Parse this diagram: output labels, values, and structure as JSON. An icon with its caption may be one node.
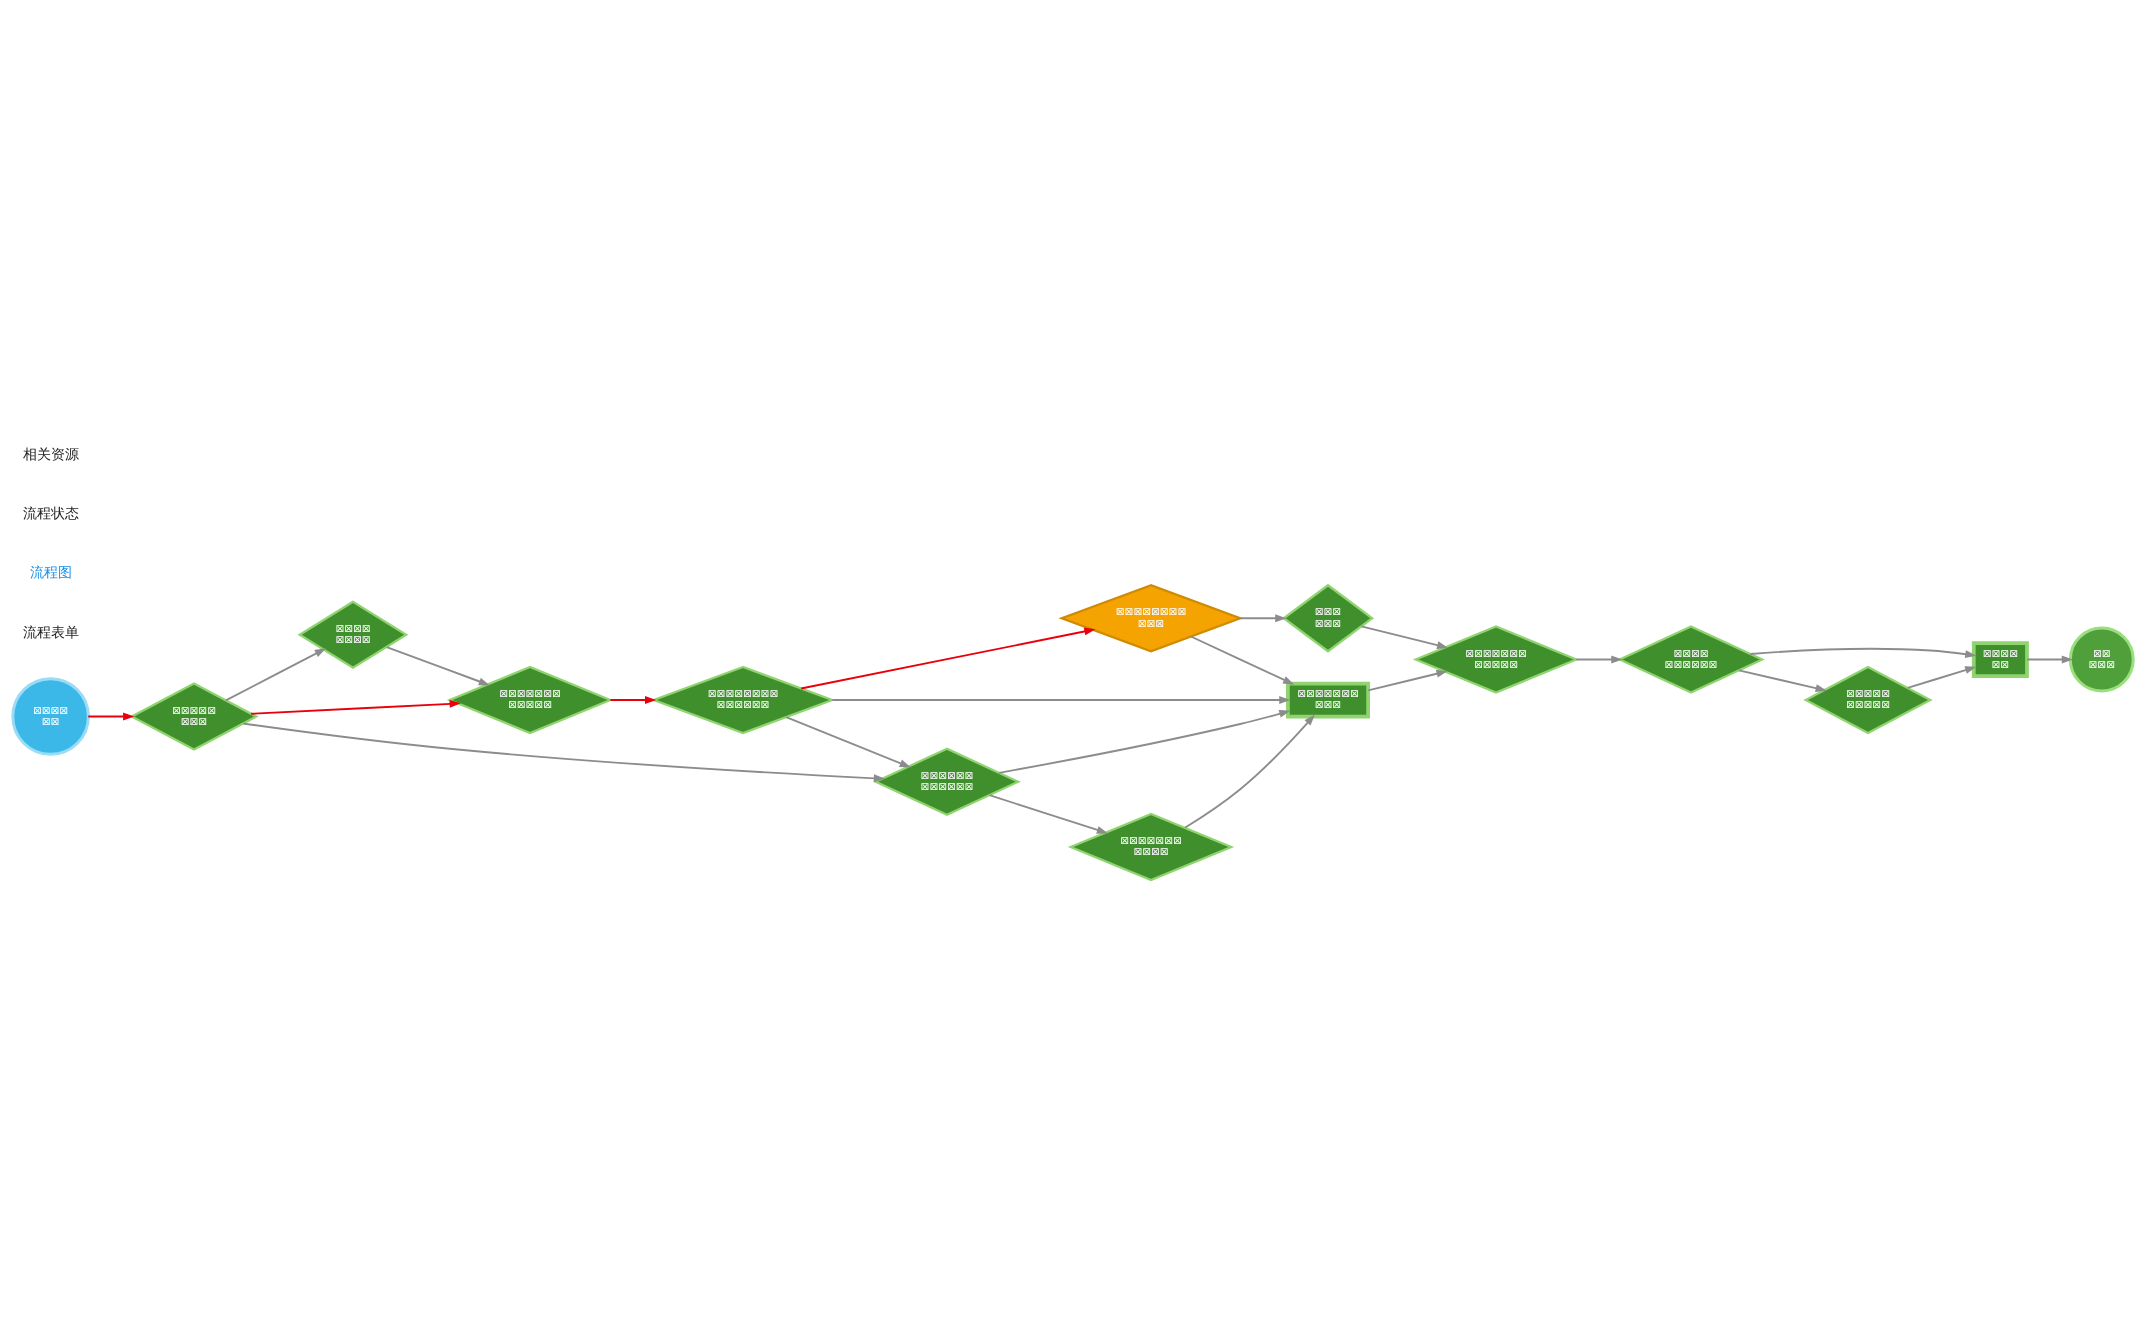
{
  "diagram": {
    "nodes": [
      {
        "text": [
          "⊠⊠⊠⊠",
          "⊠⊠"
        ]
      },
      {
        "text": [
          "⊠⊠⊠⊠⊠",
          "⊠⊠⊠"
        ]
      },
      {
        "text": [
          "⊠⊠⊠⊠",
          "⊠⊠⊠⊠"
        ]
      },
      {
        "text": [
          "⊠⊠⊠⊠⊠⊠⊠",
          "⊠⊠⊠⊠⊠"
        ]
      },
      {
        "text": [
          "⊠⊠⊠⊠⊠⊠⊠⊠",
          "⊠⊠⊠⊠⊠⊠"
        ]
      },
      {
        "text": [
          "⊠⊠⊠⊠⊠⊠⊠⊠",
          "⊠⊠⊠"
        ]
      },
      {
        "text": [
          "⊠⊠⊠⊠⊠⊠⊠",
          "⊠⊠⊠"
        ]
      },
      {
        "text": [
          "⊠⊠⊠",
          "⊠⊠⊠"
        ]
      },
      {
        "text": [
          "⊠⊠⊠⊠⊠⊠⊠",
          "⊠⊠⊠⊠⊠"
        ]
      },
      {
        "text": [
          "⊠⊠⊠⊠",
          "⊠⊠⊠⊠⊠⊠"
        ]
      },
      {
        "text": [
          "⊠⊠⊠⊠⊠⊠",
          "⊠⊠⊠⊠⊠⊠"
        ]
      },
      {
        "text": [
          "⊠⊠⊠⊠⊠⊠⊠",
          "⊠⊠⊠⊠"
        ]
      },
      {
        "text": [
          "⊠⊠",
          "⊠⊠⊠"
        ]
      },
      {
        "text": [
          "⊠⊠⊠⊠",
          "⊠⊠"
        ]
      },
      {
        "text": [
          "⊠⊠⊠⊠⊠",
          "⊠⊠⊠⊠⊠"
        ]
      }
    ],
    "edges": [
      {
        "from": 0,
        "to": 1,
        "arrow": "to",
        "color": "#e8000b"
      },
      {
        "from": 1,
        "to": 3,
        "arrow": "to",
        "color": "#e8000b"
      },
      {
        "from": 3,
        "to": 4,
        "arrow": "to",
        "color": "#e8000b"
      },
      {
        "from": 4,
        "to": 5,
        "arrow": "to",
        "color": "#e8000b"
      },
      {
        "from": 1,
        "to": 2,
        "arrow": "to"
      },
      {
        "from": 2,
        "to": 3,
        "arrow": "to"
      },
      {
        "from": 1,
        "to": 10,
        "arrow": "to"
      },
      {
        "from": 4,
        "to": 10,
        "arrow": "to"
      },
      {
        "from": 10,
        "to": 11,
        "arrow": "to"
      },
      {
        "from": 11,
        "to": 6,
        "arrow": "to"
      },
      {
        "from": 10,
        "to": 6,
        "arrow": "to"
      },
      {
        "from": 4,
        "to": 6,
        "arrow": "to"
      },
      {
        "from": 5,
        "to": 6,
        "arrow": "to"
      },
      {
        "from": 5,
        "to": 7,
        "arrow": "to"
      },
      {
        "from": 7,
        "to": 8,
        "arrow": "to"
      },
      {
        "from": 6,
        "to": 8,
        "arrow": "to"
      },
      {
        "from": 8,
        "to": 9,
        "arrow": "to"
      },
      {
        "from": 9,
        "to": 14,
        "arrow": "to"
      },
      {
        "from": 9,
        "to": 13,
        "arrow": "to"
      },
      {
        "from": 14,
        "to": 13,
        "arrow": "to"
      },
      {
        "from": 13,
        "to": 12,
        "arrow": "to"
      }
    ],
    "labels": [
      "流程表单",
      "流程图",
      "流程状态",
      "相关资源"
    ]
  }
}
